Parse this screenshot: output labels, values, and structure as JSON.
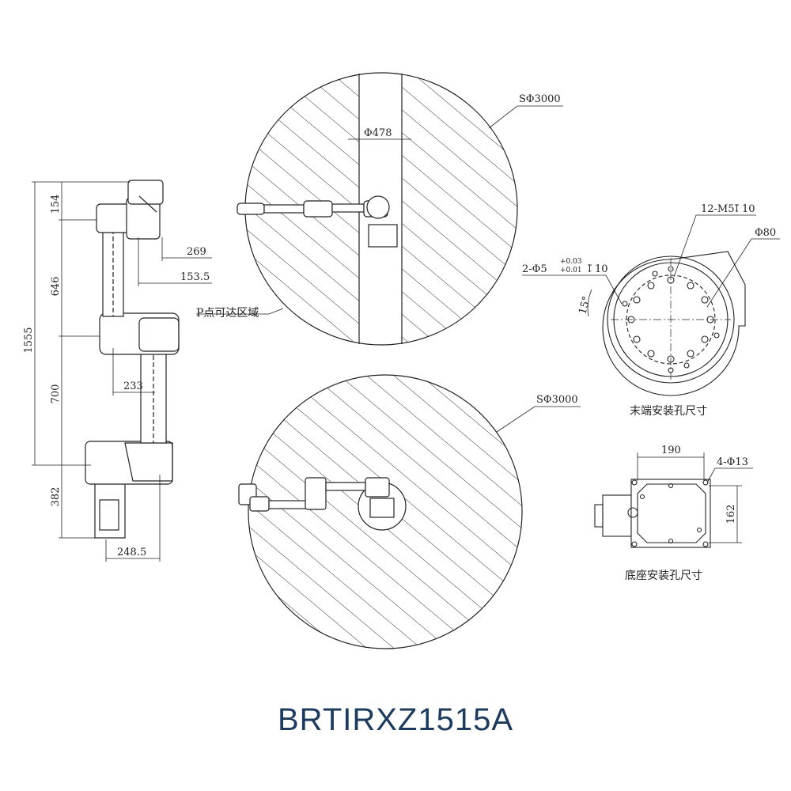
{
  "title": "BRTIRXZ1515A",
  "side_view": {
    "dims": {
      "total_height": "1555",
      "top_offset": "154",
      "upper_arm": "646",
      "lower_arm": "700",
      "base_height": "382",
      "reach_269": "269",
      "reach_153": "153.5",
      "elbow_233": "233",
      "base_248": "248.5"
    }
  },
  "top_views": {
    "upper_sphere": "SΦ3000",
    "bore": "Φ478",
    "region_label": "P点可达区域",
    "lower_sphere": "SΦ3000"
  },
  "flange": {
    "holes_m5": "12-M5",
    "holes_m5_depth": "10",
    "bolt_circle": "Φ80",
    "pin_holes": "2-Φ5",
    "tol_upper": "+0.03",
    "tol_lower": "+0.01",
    "pin_depth": "10",
    "angle": "15°",
    "caption": "末端安装孔尺寸"
  },
  "base": {
    "width": "190",
    "holes": "4-Φ13",
    "depth": "162",
    "caption": "底座安装孔尺寸"
  },
  "colors": {
    "title": "#1d3a5f",
    "line": "#222222"
  }
}
